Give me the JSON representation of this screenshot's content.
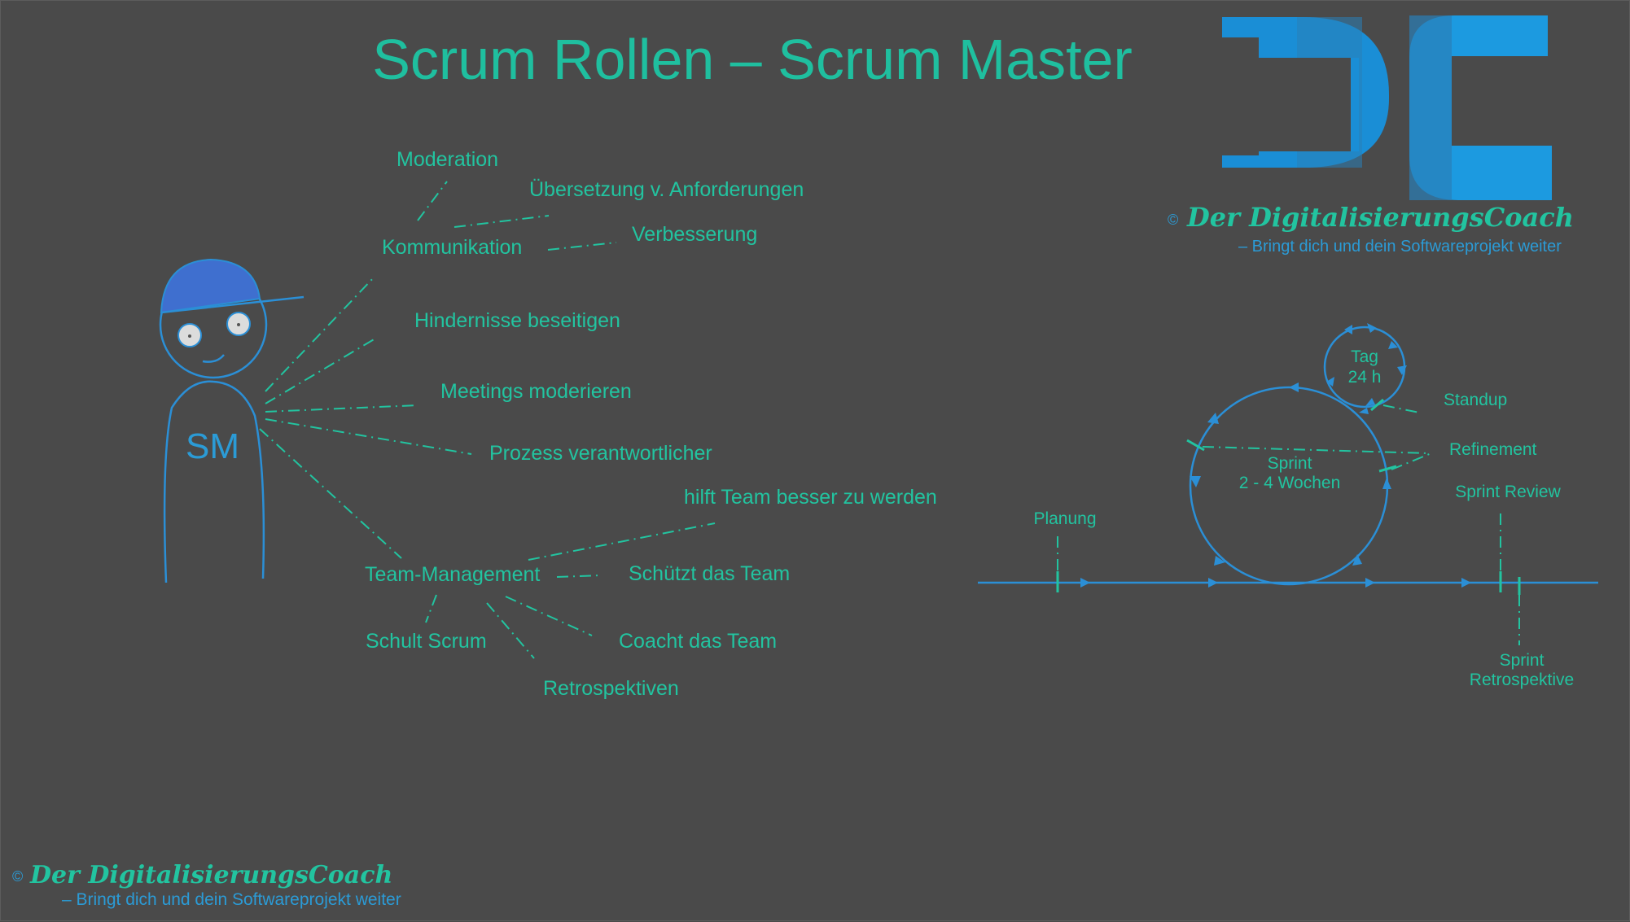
{
  "header": {
    "title": "Scrum Rollen – Scrum Master"
  },
  "logo": {
    "letters": "DC",
    "brand": "Der DigitalisierungsCoach",
    "copyright_symbol": "©",
    "tagline": "– Bringt dich und dein Softwareprojekt weiter"
  },
  "footer": {
    "copyright_symbol": "©",
    "brand": "Der DigitalisierungsCoach",
    "tagline": "– Bringt dich und dein Softwareprojekt weiter"
  },
  "figure": {
    "shirt_label": "SM"
  },
  "mindmap": {
    "moderation": "Moderation",
    "uebersetzung": "Übersetzung v. Anforderungen",
    "kommunikation": "Kommunikation",
    "verbesserung": "Verbesserung",
    "hindernisse": "Hindernisse beseitigen",
    "meetings": "Meetings moderieren",
    "prozess": "Prozess verantwortlicher",
    "hilft": "hilft Team besser zu werden",
    "team_management": "Team-Management",
    "schuetzt": "Schützt das Team",
    "schult": "Schult Scrum",
    "coacht": "Coacht das Team",
    "retrospektiven": "Retrospektiven"
  },
  "cycle": {
    "tag_line1": "Tag",
    "tag_line2": "24 h",
    "sprint_line1": "Sprint",
    "sprint_line2": "2 - 4 Wochen",
    "standup": "Standup",
    "refinement": "Refinement",
    "sprint_review": "Sprint Review",
    "planung": "Planung",
    "retro_line1": "Sprint",
    "retro_line2": "Retrospektive"
  },
  "colors": {
    "background": "#4a4a4a",
    "accent_green": "#22c4a0",
    "accent_blue": "#2b9bd6"
  }
}
